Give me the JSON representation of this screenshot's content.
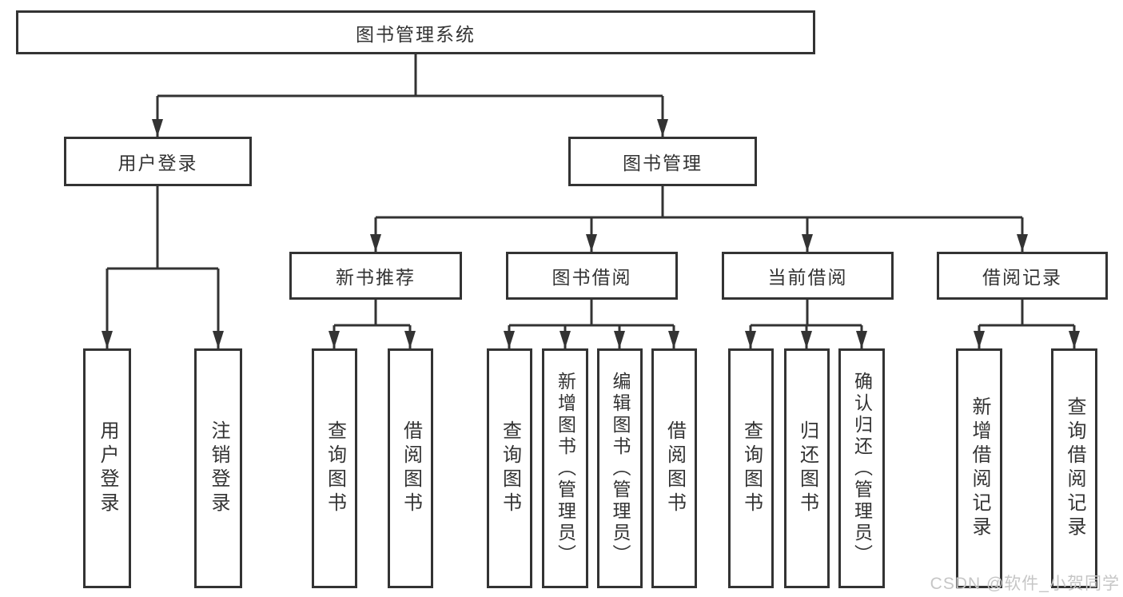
{
  "root": {
    "label": "图书管理系统"
  },
  "branches": {
    "user_login": {
      "label": "用户登录",
      "children": [
        {
          "label": "用户登录"
        },
        {
          "label": "注销登录"
        }
      ]
    },
    "book_mgmt": {
      "label": "图书管理",
      "children": [
        {
          "label": "新书推荐",
          "children": [
            {
              "label": "查询图书"
            },
            {
              "label": "借阅图书"
            }
          ]
        },
        {
          "label": "图书借阅",
          "children": [
            {
              "label": "查询图书"
            },
            {
              "label": "新增图书（管理员）"
            },
            {
              "label": "编辑图书（管理员）"
            },
            {
              "label": "借阅图书"
            }
          ]
        },
        {
          "label": "当前借阅",
          "children": [
            {
              "label": "查询图书"
            },
            {
              "label": "归还图书"
            },
            {
              "label": "确认归还（管理员）"
            }
          ]
        },
        {
          "label": "借阅记录",
          "children": [
            {
              "label": "新增借阅记录"
            },
            {
              "label": "查询借阅记录"
            }
          ]
        }
      ]
    }
  },
  "watermark": "CSDN @软件_小贺同学",
  "colors": {
    "line": "#333333",
    "box_border": "#333333",
    "text": "#333333",
    "background": "#ffffff",
    "watermark": "#c6c6c6"
  }
}
